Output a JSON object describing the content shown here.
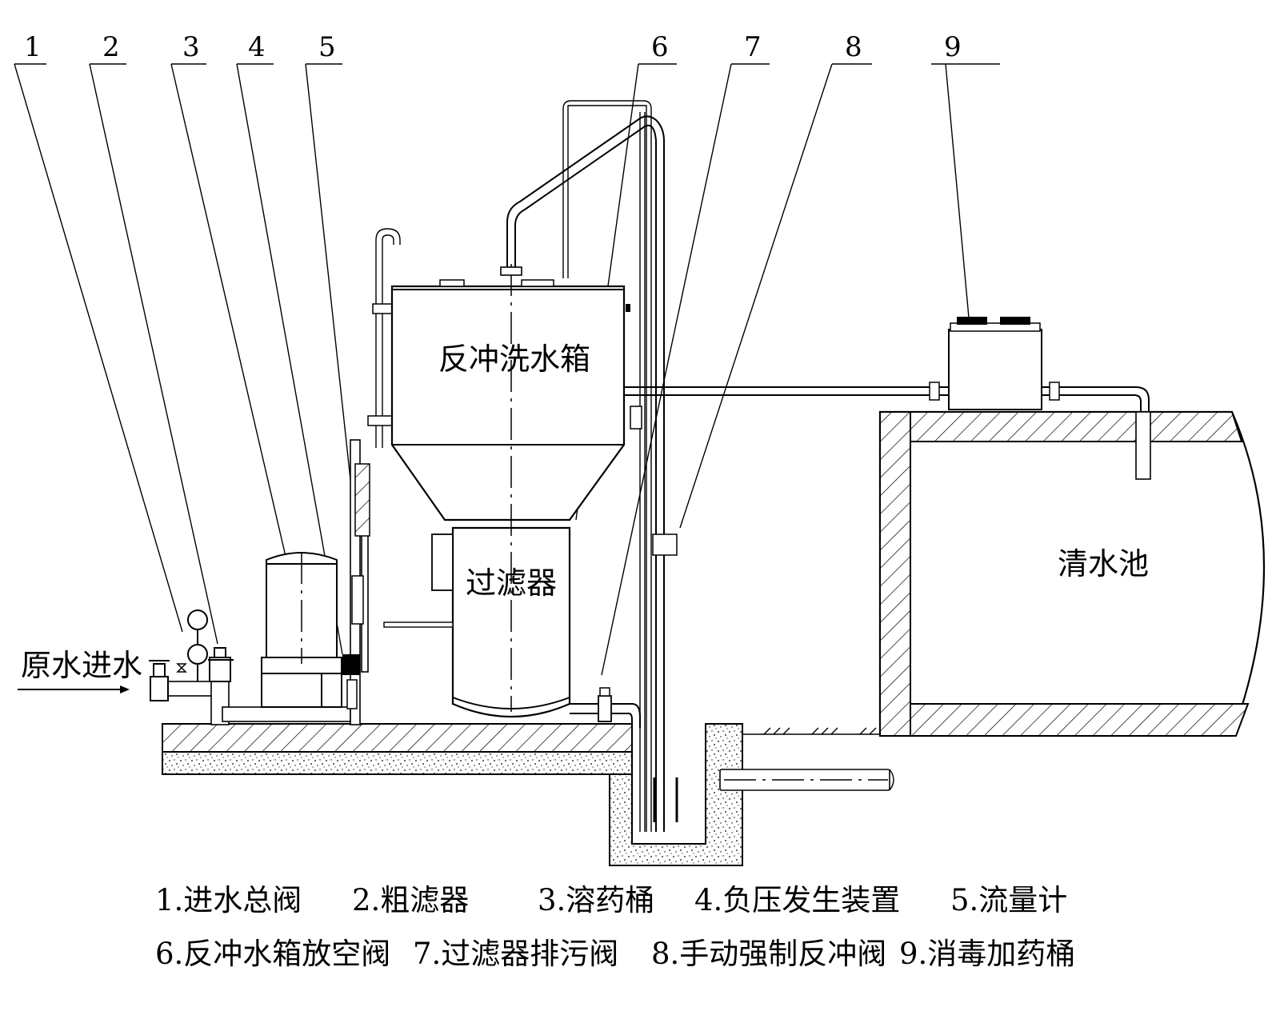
{
  "callouts": [
    "1",
    "2",
    "3",
    "4",
    "5",
    "6",
    "7",
    "8",
    "9"
  ],
  "labels": {
    "raw_water_inlet": "原水进水",
    "backwash_tank": "反冲洗水箱",
    "filter": "过滤器",
    "clear_water_pool": "清水池"
  },
  "legend": [
    "1.进水总阀",
    "2.粗滤器",
    "3.溶药桶",
    "4.负压发生装置",
    "5.流量计",
    "6.反冲水箱放空阀",
    "7.过滤器排污阀",
    "8.手动强制反冲阀",
    "9.消毒加药桶"
  ]
}
